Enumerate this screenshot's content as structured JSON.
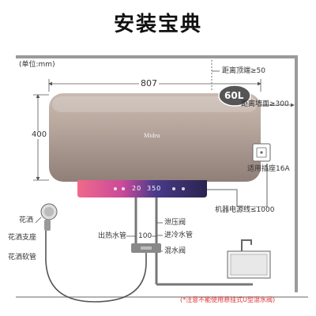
{
  "title": "安装宝典",
  "unit_note": "(单位:mm)",
  "dims": {
    "width": "807",
    "height": "400",
    "top_clearance": "距离顶端≥50",
    "wall_clearance": "距离墙面≥300",
    "cord_length": "机器电源线≤1000"
  },
  "heater": {
    "capacity": "60L",
    "brand": "Midea",
    "display_temp": "20",
    "display_value": "350"
  },
  "socket_label": "适用插座16A",
  "parts": {
    "shower_head": "花洒",
    "shower_holder": "花洒支座",
    "shower_hose": "花洒软管",
    "hot_outlet": "出热水管",
    "distance_100": "100",
    "relief_valve": "泄压阀",
    "cold_inlet": "进冷水管",
    "mixing_valve": "混水阀"
  },
  "note": "(*注意不能使用悬挂式U型混水阀)",
  "colors": {
    "accent_red": "#e03030",
    "tank": "#b5a49a",
    "wall": "#9a9a9a"
  }
}
